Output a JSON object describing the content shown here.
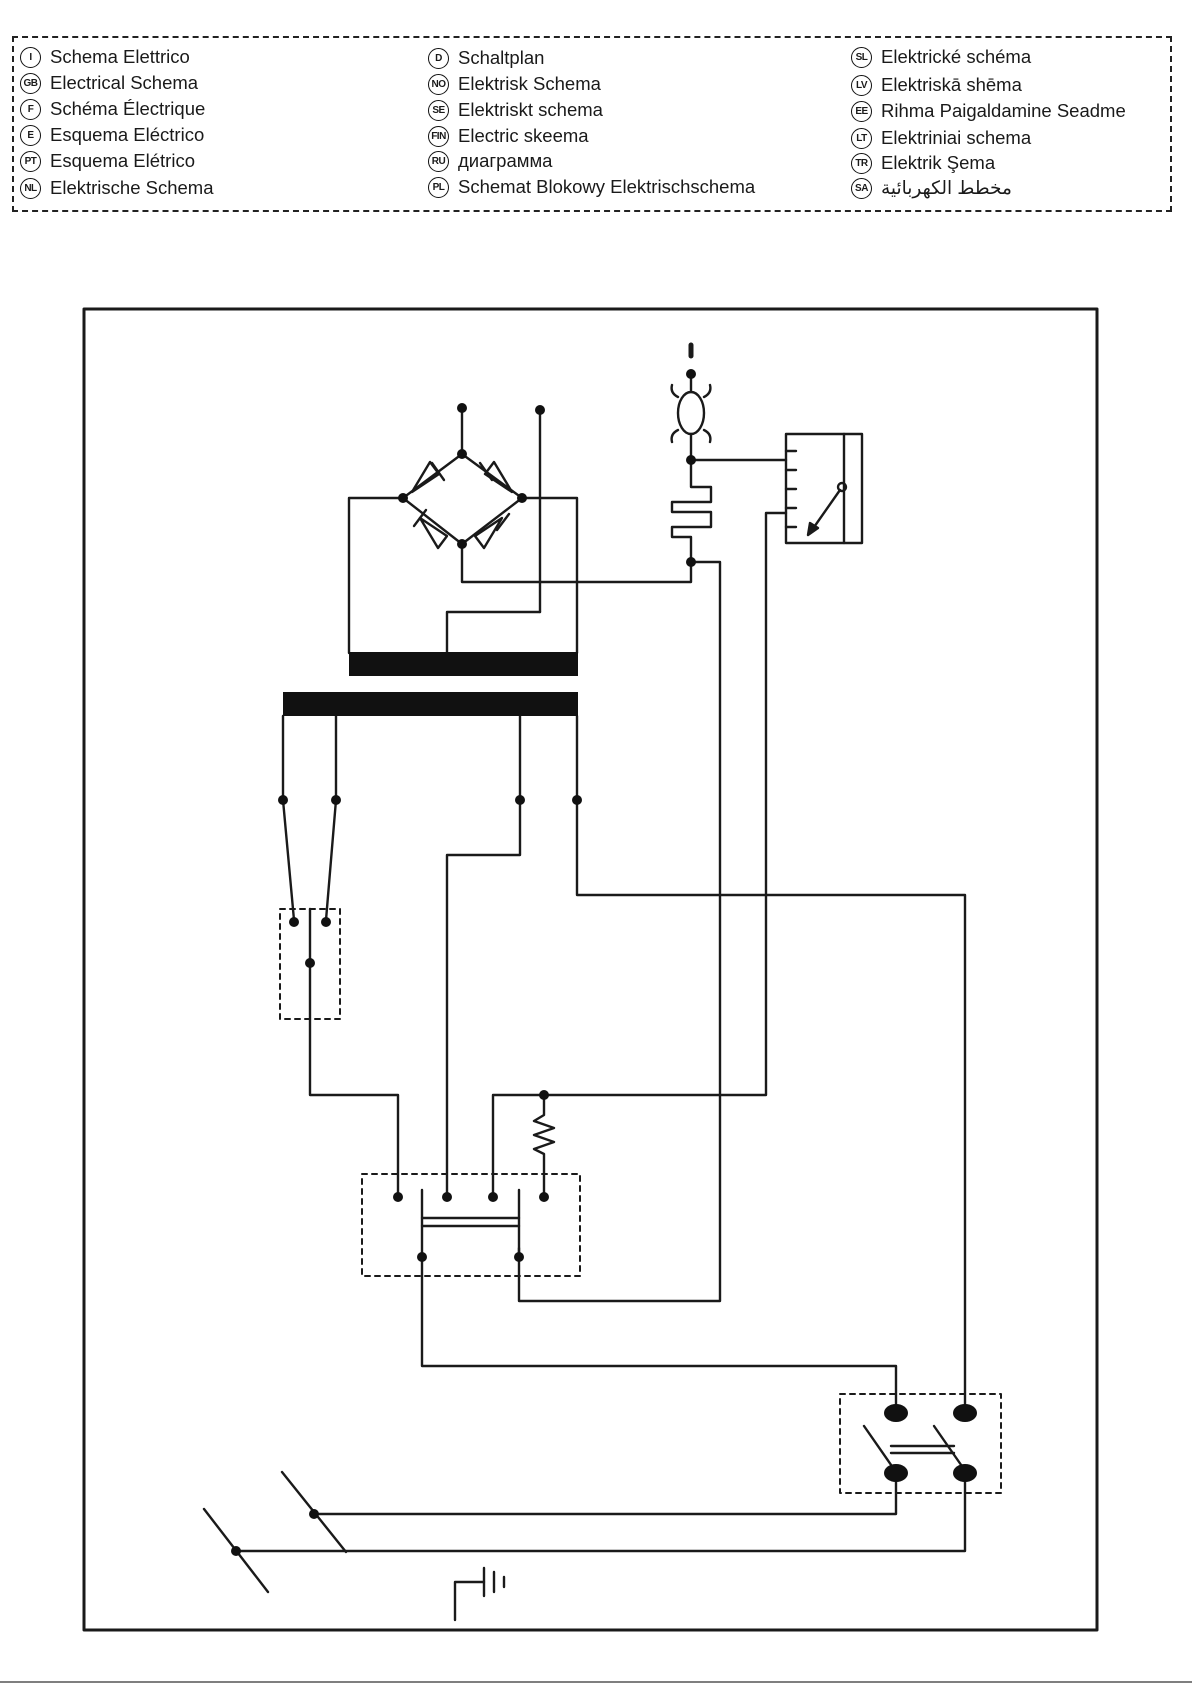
{
  "legend": {
    "columns": [
      [
        {
          "code": "I",
          "label": "Schema Elettrico"
        },
        {
          "code": "GB",
          "label": "Electrical Schema"
        },
        {
          "code": "F",
          "label": "Schéma Électrique"
        },
        {
          "code": "E",
          "label": "Esquema Eléctrico"
        },
        {
          "code": "PT",
          "label": "Esquema Elétrico"
        },
        {
          "code": "NL",
          "label": "Elektrische Schema"
        }
      ],
      [
        {
          "code": "D",
          "label": "Schaltplan"
        },
        {
          "code": "NO",
          "label": "Elektrisk Schema"
        },
        {
          "code": "SE",
          "label": "Elektriskt schema"
        },
        {
          "code": "FIN",
          "label": "Electric skeema"
        },
        {
          "code": "RU",
          "label": "диаграмма"
        },
        {
          "code": "PL",
          "label": "Schemat Blokowy Elektrischschema"
        }
      ],
      [
        {
          "code": "SL",
          "label": "Elektrické schéma"
        },
        {
          "code": "LV",
          "label": "Elektriskā shēma"
        },
        {
          "code": "EE",
          "label": "Rihma Paigaldamine Seadme"
        },
        {
          "code": "LT",
          "label": "Elektriniai schema"
        },
        {
          "code": "TR",
          "label": "Elektrik Şema"
        },
        {
          "code": "SA",
          "label": "مخطط الكهربائية"
        }
      ]
    ]
  },
  "colors": {
    "line": "#1a1a1a",
    "fill": "#111111",
    "background": "#ffffff"
  }
}
